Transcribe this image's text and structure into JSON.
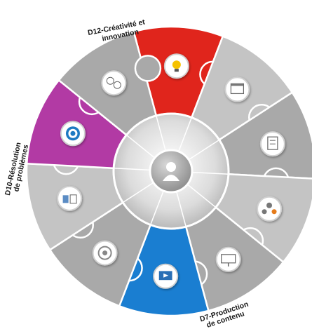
{
  "labels": {
    "top": [
      "D12-Créativité et",
      "innovation"
    ],
    "left": [
      "D10-Résolution",
      "de problèmes"
    ],
    "bottom": [
      "D7-Production",
      "de contenu"
    ]
  },
  "colors": {
    "creativity": "#e0251c",
    "problem_solving": "#b23aa4",
    "content_production": "#1a7ed1",
    "gray_dark": "#8f8f8f",
    "gray_mid": "#a9a9a9",
    "gray_light": "#c4c4c4"
  },
  "segments": [
    {
      "id": "creativity",
      "icon": "lightbulb-icon",
      "color": "creativity"
    },
    {
      "id": "web-page",
      "icon": "web-page-icon",
      "color": "gray_light"
    },
    {
      "id": "report",
      "icon": "report-document-icon",
      "color": "gray_mid"
    },
    {
      "id": "team",
      "icon": "team-gear-icon",
      "color": "gray_light"
    },
    {
      "id": "presentation",
      "icon": "presentation-screen-icon",
      "color": "gray_mid"
    },
    {
      "id": "content-production",
      "icon": "video-monitor-icon",
      "color": "content_production"
    },
    {
      "id": "cycle",
      "icon": "cycle-gear-icon",
      "color": "gray_mid"
    },
    {
      "id": "books",
      "icon": "books-icon",
      "color": "gray_light"
    },
    {
      "id": "problem-solving",
      "icon": "target-icon",
      "color": "problem_solving"
    },
    {
      "id": "questions",
      "icon": "question-bubbles-icon",
      "color": "gray_mid"
    }
  ]
}
